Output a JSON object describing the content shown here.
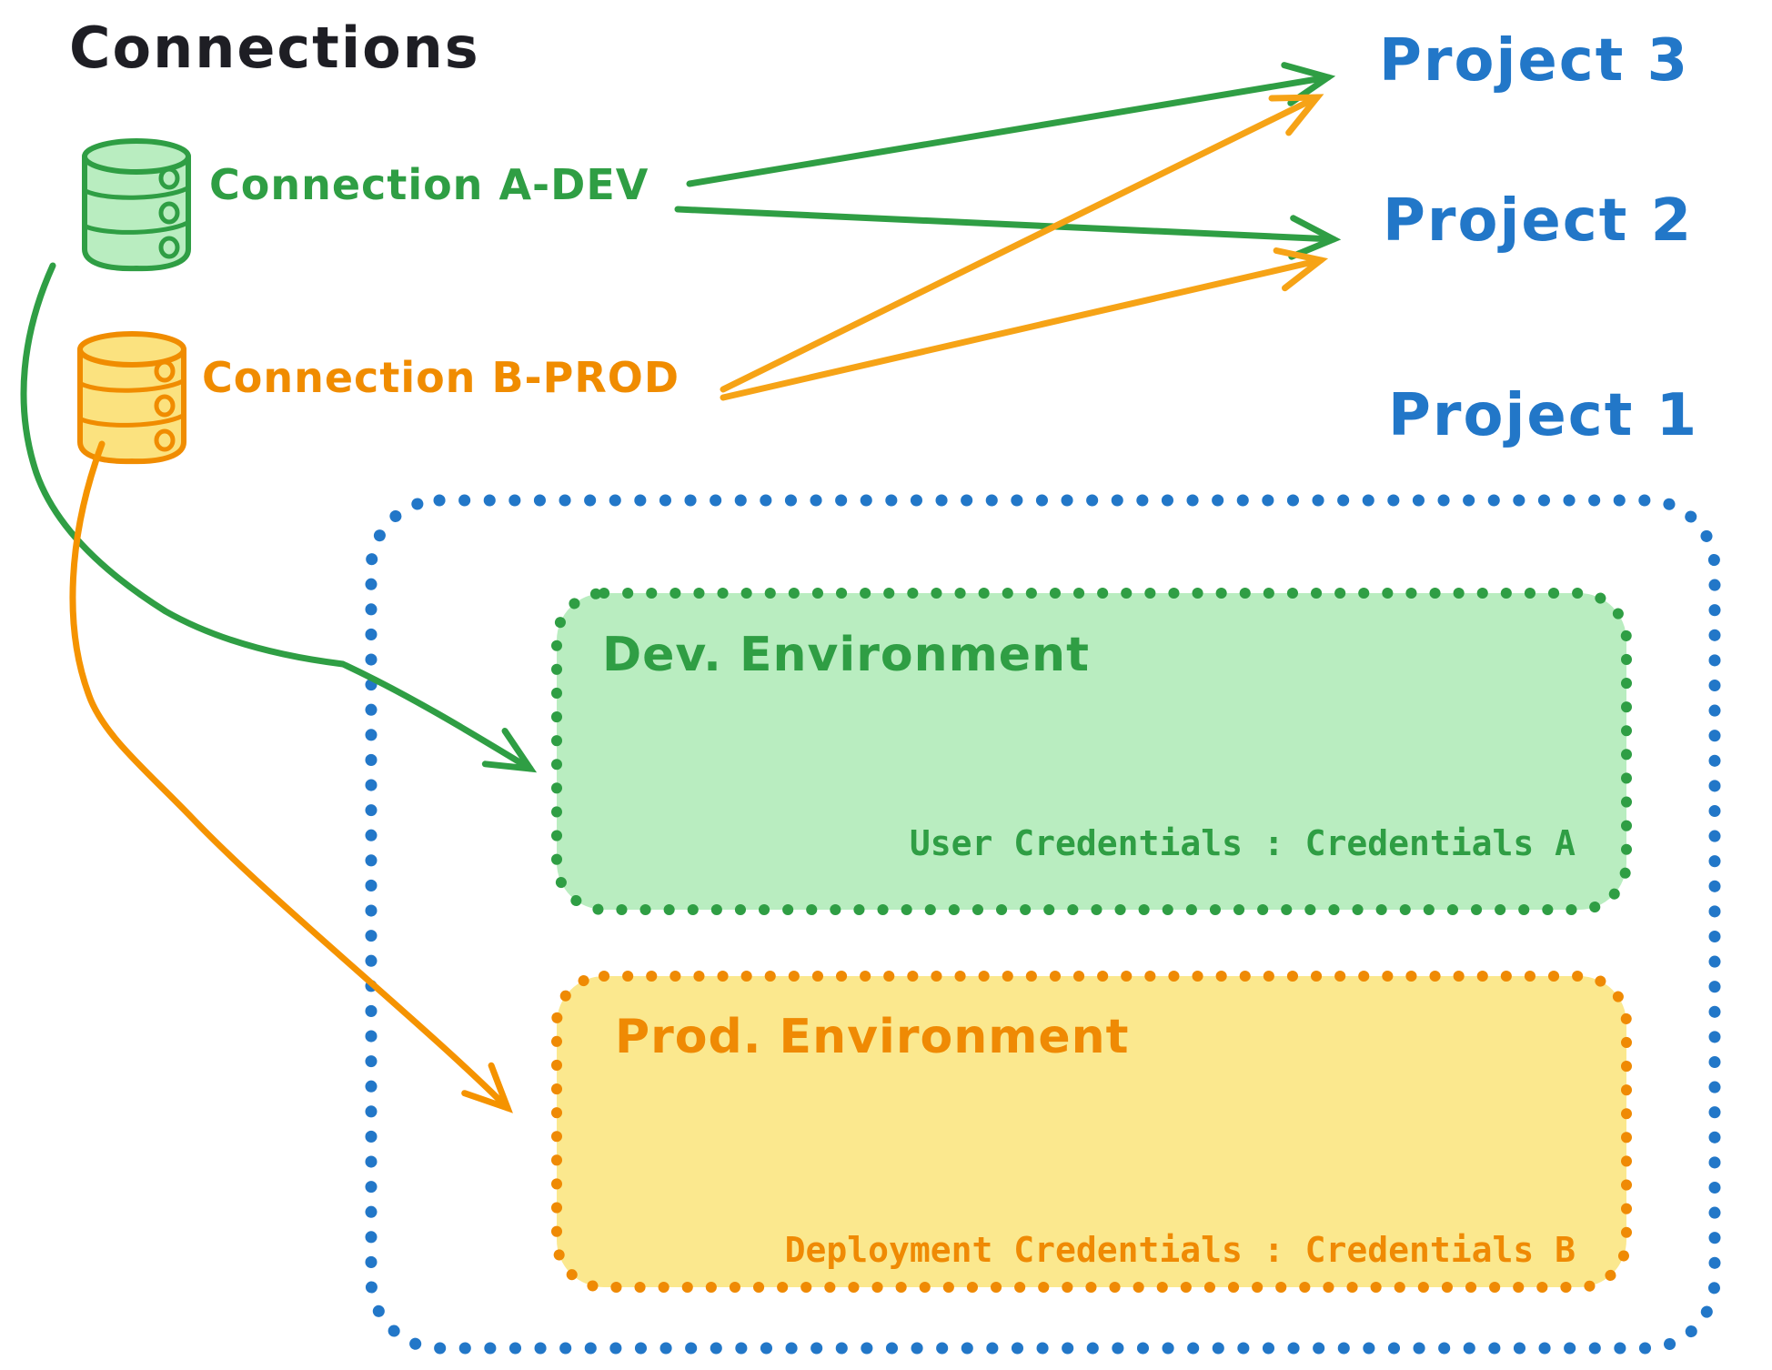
{
  "title": "Connections",
  "connections": [
    {
      "id": "connection-a-dev",
      "label": "Connection A-DEV",
      "color": "#2f9e44",
      "icon": "database-icon"
    },
    {
      "id": "connection-b-prod",
      "label": "Connection B-PROD",
      "color": "#f08c00",
      "icon": "database-icon"
    }
  ],
  "projects": [
    {
      "label": "Project 3"
    },
    {
      "label": "Project 2"
    },
    {
      "label": "Project 1"
    }
  ],
  "environments": [
    {
      "title": "Dev. Environment",
      "credentials": "User Credentials : Credentials A",
      "stroke": "#2f9e44",
      "fill": "#b9edc0"
    },
    {
      "title": "Prod. Environment",
      "credentials": "Deployment Credentials : Credentials B",
      "stroke": "#f08c00",
      "fill": "#fbe88e"
    }
  ],
  "edges": [
    {
      "from": "Connection A-DEV",
      "to": "Project 3",
      "color": "#2f9e44",
      "style": "straight-arrow"
    },
    {
      "from": "Connection A-DEV",
      "to": "Project 2",
      "color": "#2f9e44",
      "style": "straight-arrow"
    },
    {
      "from": "Connection B-PROD",
      "to": "Project 3",
      "color": "#f6a316",
      "style": "straight-arrow"
    },
    {
      "from": "Connection B-PROD",
      "to": "Project 2",
      "color": "#f6a316",
      "style": "straight-arrow"
    },
    {
      "from": "Connection A-DEV",
      "to": "Dev. Environment",
      "color": "#2f9e44",
      "style": "curved-arrow"
    },
    {
      "from": "Connection B-PROD",
      "to": "Prod. Environment",
      "color": "#f59300",
      "style": "curved-arrow"
    }
  ],
  "colors": {
    "title_text": "#1e1e24",
    "project_text": "#2277c8",
    "project_border": "#2277c8",
    "green": "#2f9e44",
    "green_fill": "#b9edc0",
    "orange": "#f08c00",
    "orange_arrow": "#f6a316",
    "yellow_fill": "#fbe88e",
    "background": "#ffffff"
  }
}
